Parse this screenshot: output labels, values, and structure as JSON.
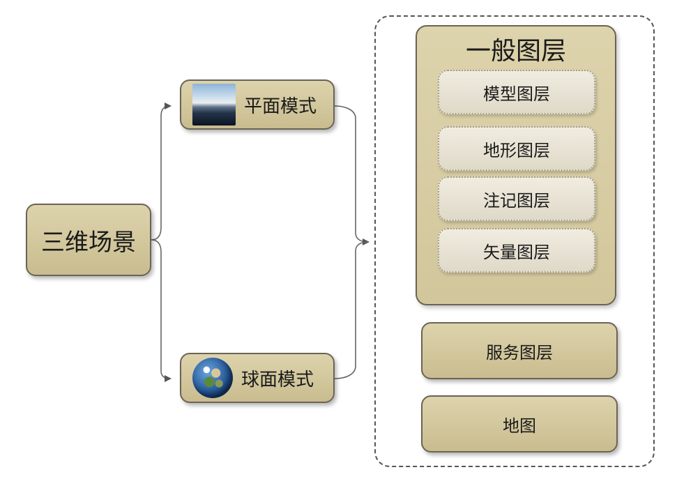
{
  "root": {
    "label": "三维场景"
  },
  "modes": [
    {
      "label": "平面模式",
      "icon": "flat-sky-icon"
    },
    {
      "label": "球面模式",
      "icon": "globe-icon"
    }
  ],
  "layers_group": {
    "title": "一般图层",
    "items": [
      "模型图层",
      "地形图层",
      "注记图层",
      "矢量图层"
    ]
  },
  "service_layer": "服务图层",
  "map": "地图"
}
